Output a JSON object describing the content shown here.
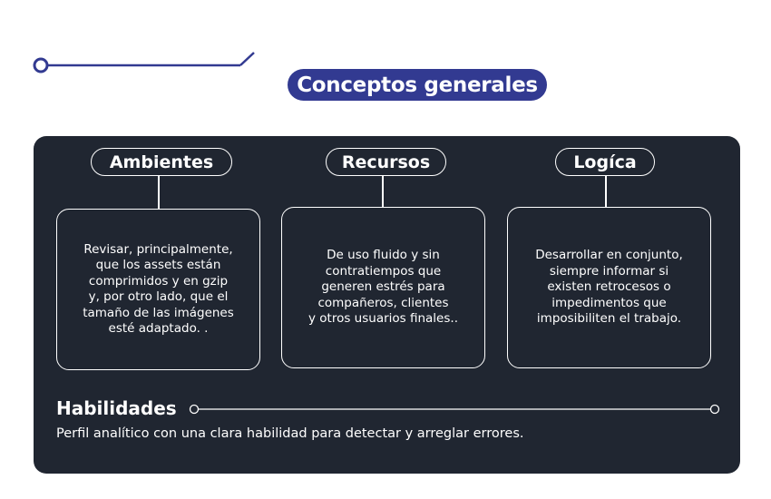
{
  "title": "Conceptos generales",
  "concepts": [
    {
      "heading": "Ambientes",
      "text": "Revisar, principalmente,\nque los assets están\ncomprimidos y en gzip\ny, por otro lado, que el\ntamaño de las imágenes\nesté adaptado. ."
    },
    {
      "heading": "Recursos",
      "text": "De uso fluido y sin\ncontratiempos que\ngeneren estrés para\ncompañeros, clientes\ny otros usuarios finales.."
    },
    {
      "heading": "Logíca",
      "text": "Desarrollar en conjunto,\nsiempre informar si\nexisten retrocesos o\nimpedimentos  que\nimposibiliten el trabajo."
    }
  ],
  "skills": {
    "heading": "Habilidades",
    "text": "Perfil analítico con una clara habilidad para detectar y arreglar errores."
  },
  "colors": {
    "accent": "#323a91",
    "panel": "#202631",
    "text": "#ffffff"
  }
}
